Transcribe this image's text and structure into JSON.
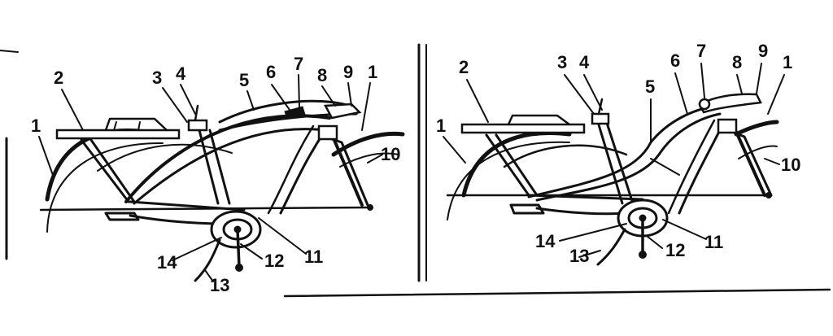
{
  "diagrams": [
    {
      "callouts": [
        "1",
        "2",
        "3",
        "4",
        "5",
        "6",
        "7",
        "8",
        "9",
        "1",
        "10",
        "11",
        "12",
        "13",
        "14"
      ]
    },
    {
      "callouts": [
        "1",
        "2",
        "3",
        "4",
        "5",
        "6",
        "7",
        "8",
        "9",
        "1",
        "10",
        "11",
        "12",
        "13",
        "14"
      ]
    }
  ],
  "colors": {
    "ink": "#111111",
    "paper": "#ffffff"
  }
}
